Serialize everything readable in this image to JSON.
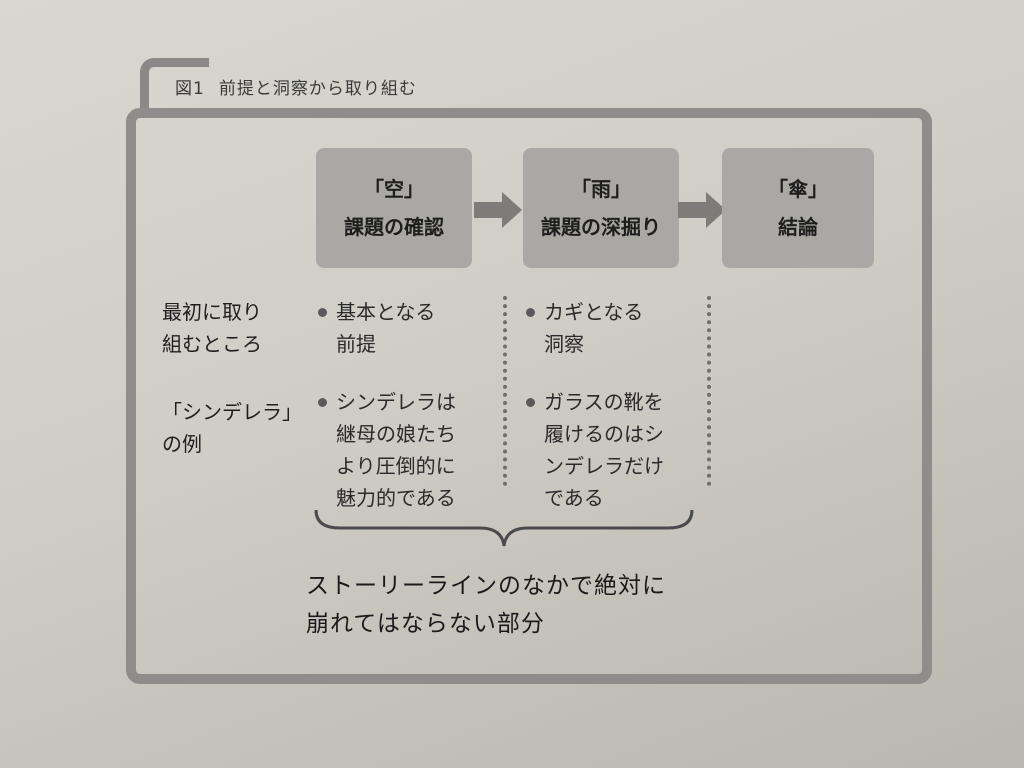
{
  "figure": {
    "number": "図1",
    "title": "前提と洞察から取り組む"
  },
  "stages": [
    {
      "name": "「空」",
      "desc": "課題の確認"
    },
    {
      "name": "「雨」",
      "desc": "課題の深掘り"
    },
    {
      "name": "「傘」",
      "desc": "結論"
    }
  ],
  "rows": {
    "first": "最初に取り\n組むところ",
    "example": "「シンデレラ」\nの例"
  },
  "columns": {
    "sky": {
      "first": "基本となる\n前提",
      "example": "シンデレラは\n継母の娘たち\nより圧倒的に\n魅力的である"
    },
    "rain": {
      "first": "カギとなる\n洞察",
      "example": "ガラスの靴を\n履けるのはシ\nンデレラだけ\nである"
    }
  },
  "conclusion": "ストーリーラインのなかで絶対に\n崩れてはならない部分",
  "colors": {
    "frame": "#8e8d89",
    "box": "#a9a8a4",
    "arrow": "#7d7c78",
    "background": "#d4d3cc"
  }
}
